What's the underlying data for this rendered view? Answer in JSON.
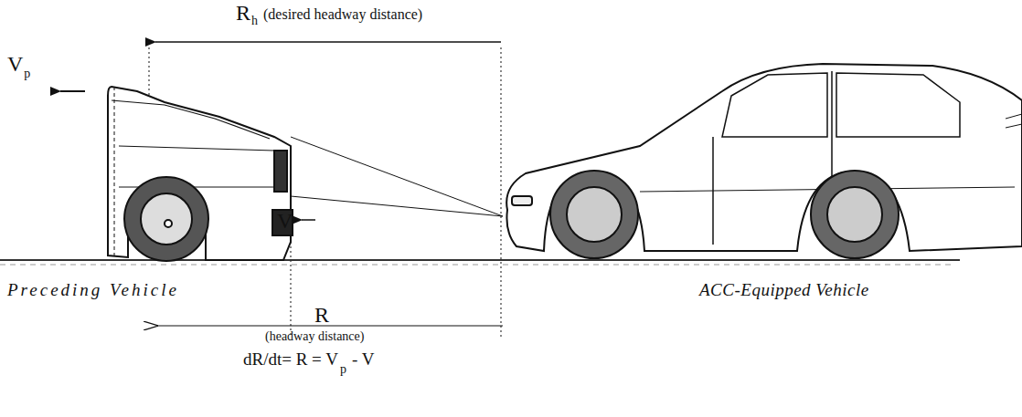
{
  "diagram": {
    "labels": [
      "R",
      "h",
      "(desired headway distance)",
      "V",
      "p",
      "V",
      "Preceding Vehicle",
      "ACC-Equipped Vehicle",
      "R",
      "(headway distance)",
      "dR/dt= R = V",
      "p",
      "- V"
    ]
  }
}
